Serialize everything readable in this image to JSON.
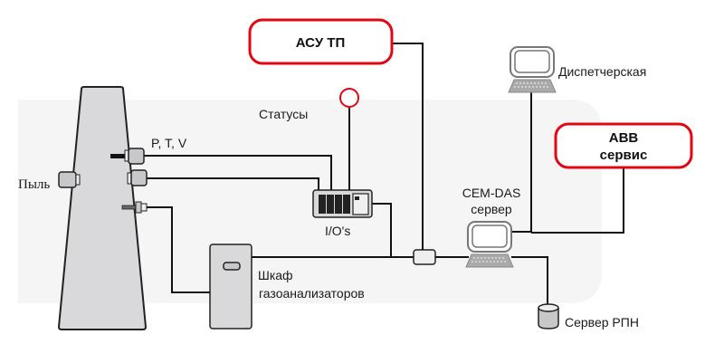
{
  "title": "CEM-DAS system architecture",
  "labels": {
    "dust": "Пыль",
    "ptv": "P, T, V",
    "statuses": "Статусы",
    "ios": "I/O's",
    "cabinet_line1": "Шкаф",
    "cabinet_line2": "газоанализаторов",
    "cemdas_line1": "CEM-DAS",
    "cemdas_line2": "сервер",
    "dispatch": "Диспетчерская",
    "rpn_server": "Сервер РПН"
  },
  "boxes": {
    "asu_tp": "АСУ ТП",
    "abb_line1": "ABB",
    "abb_line2": "сервис"
  },
  "colors": {
    "accent_red": "#e30613",
    "device_fill": "#d9d9db",
    "background_panel": "#f5f5f5",
    "wire": "#111111"
  }
}
